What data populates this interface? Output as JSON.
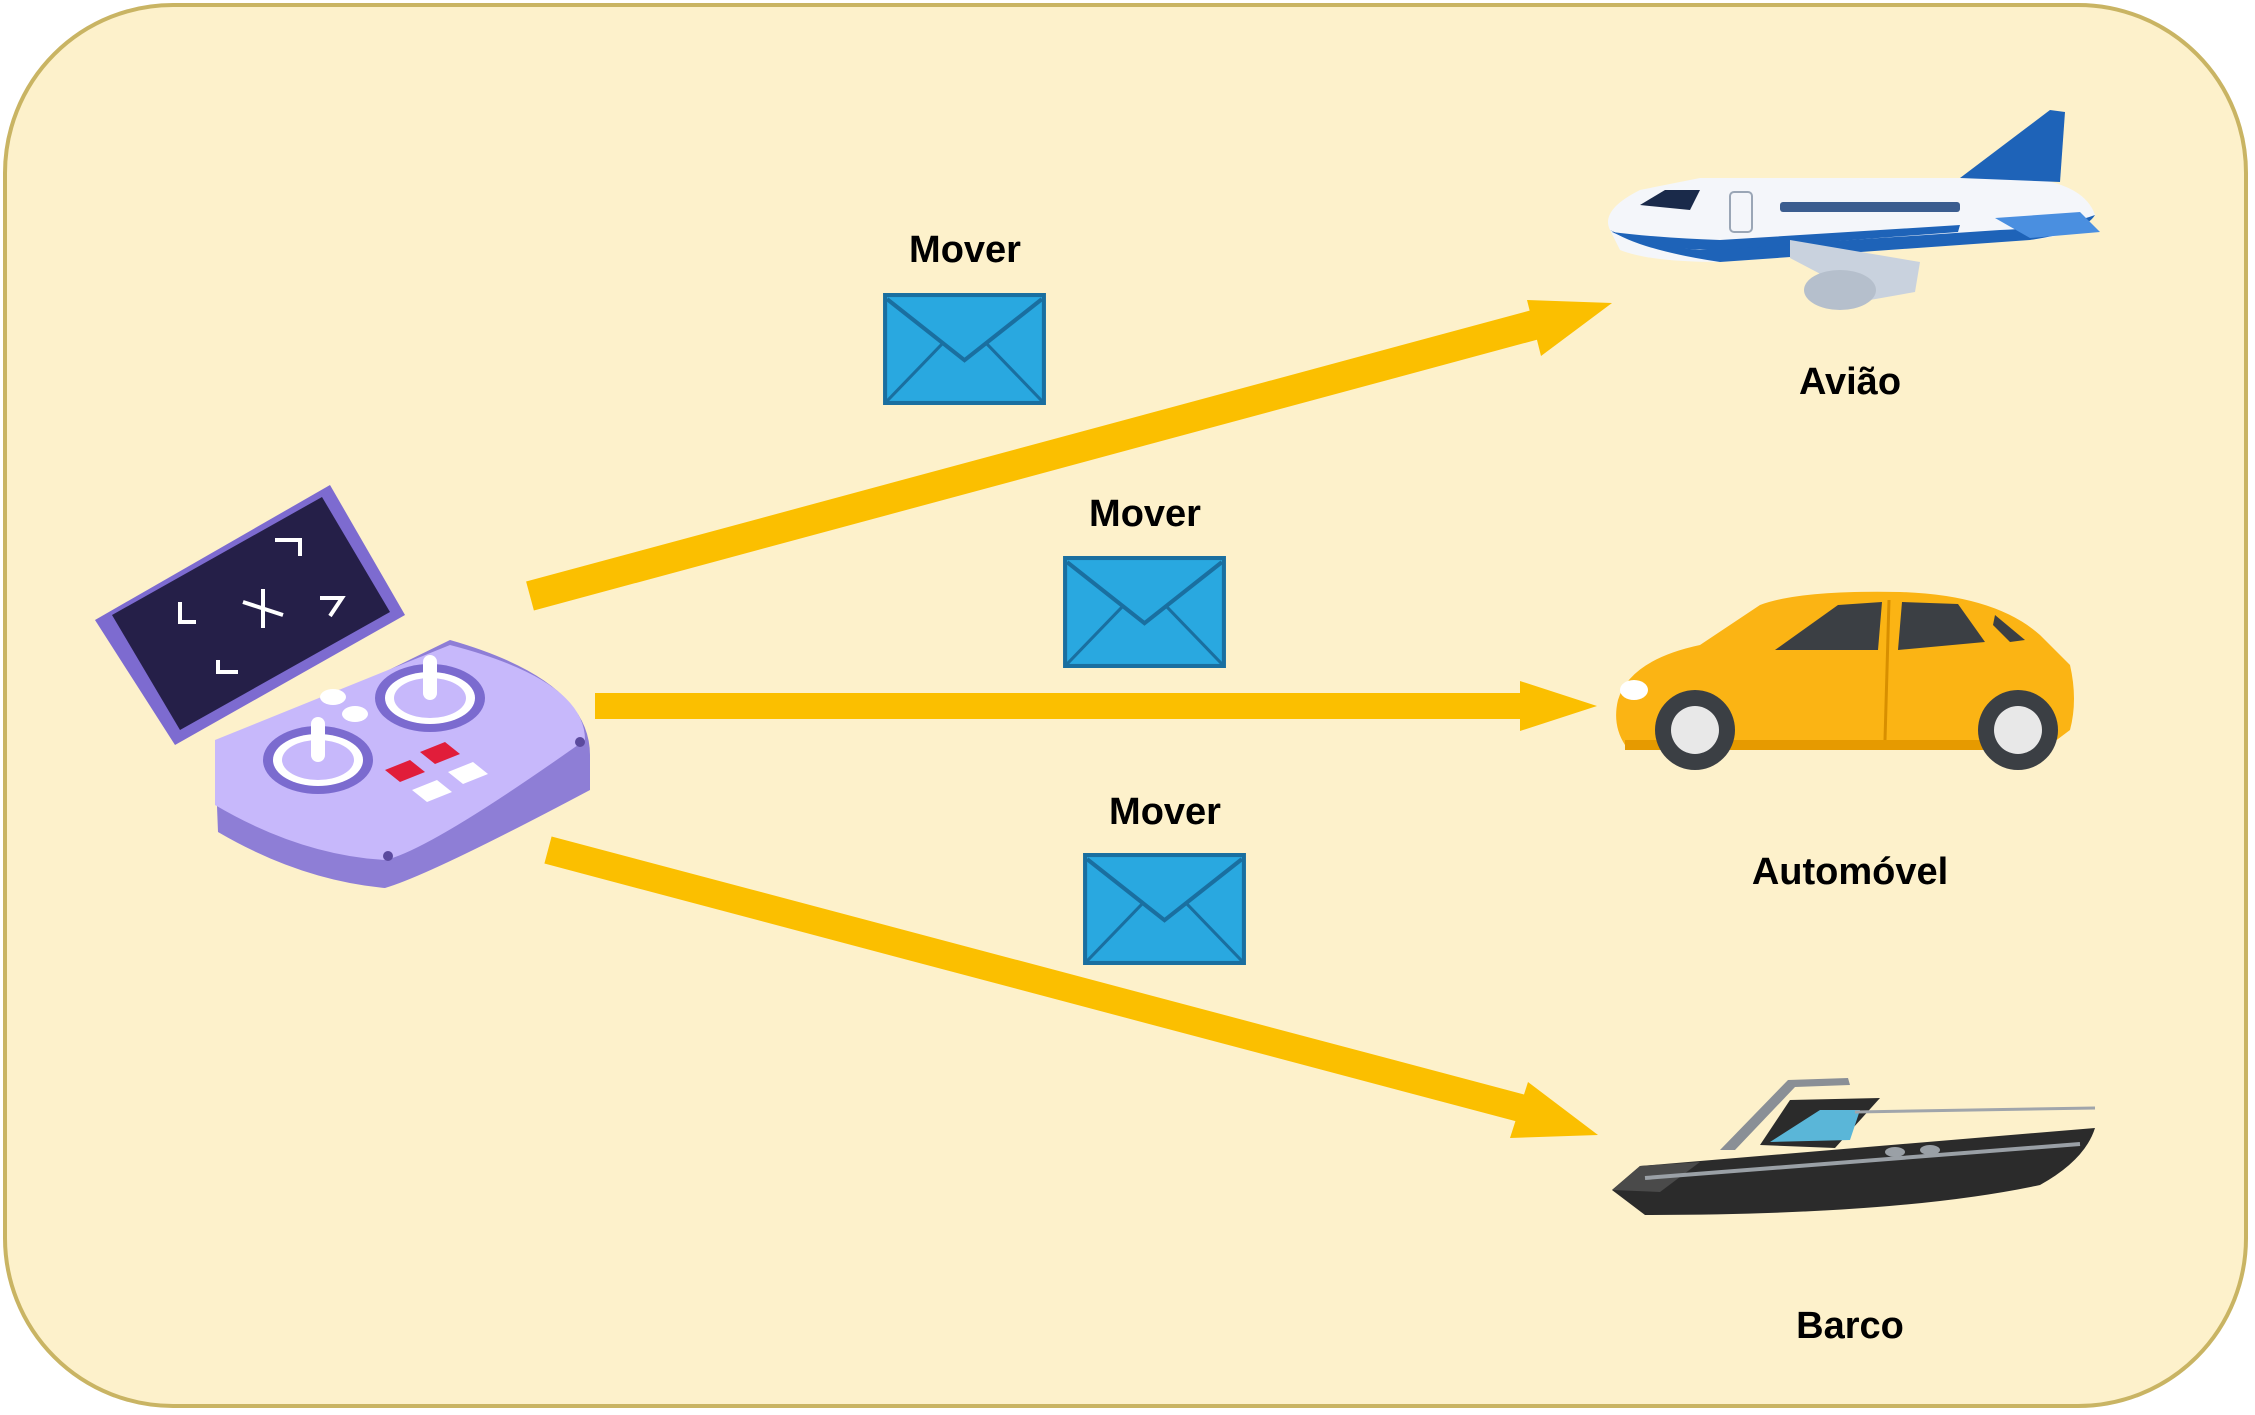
{
  "colors": {
    "background": "#fdf1cb",
    "border": "#c9b463",
    "arrow": "#fbbf00",
    "envelope": "#29a8e0",
    "envelope_outline": "#1a6fa0",
    "controller": "#c4b5fd",
    "car": "#fbb414",
    "plane": "#1e63b8",
    "boat": "#2b2b2b"
  },
  "sender": {
    "icon": "game-controller-icon"
  },
  "messages": [
    {
      "label": "Mover",
      "icon": "envelope-icon"
    },
    {
      "label": "Mover",
      "icon": "envelope-icon"
    },
    {
      "label": "Mover",
      "icon": "envelope-icon"
    }
  ],
  "receivers": [
    {
      "label": "Avião",
      "icon": "airplane-icon"
    },
    {
      "label": "Automóvel",
      "icon": "car-icon"
    },
    {
      "label": "Barco",
      "icon": "boat-icon"
    }
  ]
}
